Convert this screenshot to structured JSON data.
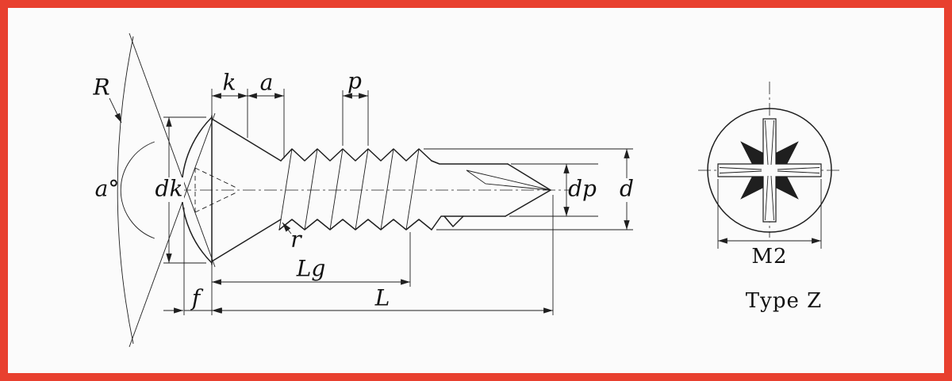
{
  "colors": {
    "frame": "#e8402f",
    "background": "#fbfbfb",
    "line": "#1f1f1f"
  },
  "side_view": {
    "labels": {
      "radius": "R",
      "angle": "a°",
      "head_diameter": "dk",
      "head_height": "k",
      "shoulder": "a",
      "pitch": "p",
      "drill_point_diameter": "dp",
      "thread_diameter": "d",
      "under_head_radius": "r",
      "thread_length": "Lg",
      "protrusion": "f",
      "total_length": "L"
    }
  },
  "end_view": {
    "labels": {
      "thread_size": "M2",
      "drive_type": "Type Z"
    }
  }
}
